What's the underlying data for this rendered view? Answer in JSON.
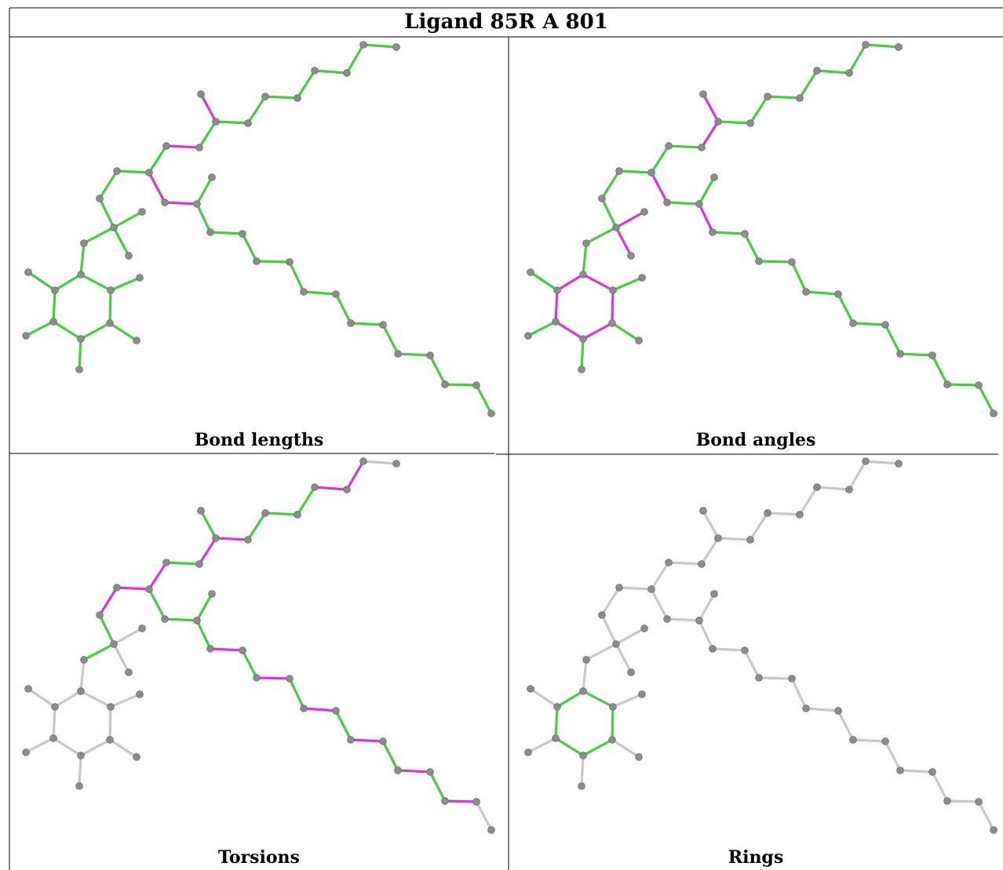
{
  "title": "Ligand 85R A 801",
  "colors": {
    "normal": "#44cc44",
    "outlier": "#dd33dd",
    "inactive": "#c8c8c8",
    "atom": "#8c8c8c",
    "atom_stroke": "#6a6a6a"
  },
  "panels": [
    {
      "caption": "Bond lengths",
      "outliers": [
        [
          9,
          10
        ],
        [
          12,
          13
        ],
        [
          3,
          14
        ],
        [
          14,
          15
        ]
      ],
      "gray": []
    },
    {
      "caption": "Bond angles",
      "outliers": [
        [
          10,
          11
        ],
        [
          12,
          13
        ],
        [
          3,
          14
        ],
        [
          15,
          17
        ],
        [
          23,
          24
        ],
        [
          24,
          25
        ],
        [
          25,
          26
        ],
        [
          26,
          27
        ],
        [
          27,
          28
        ],
        [
          28,
          23
        ],
        [
          22,
          33
        ],
        [
          22,
          34
        ]
      ],
      "gray": []
    },
    {
      "caption": "Torsions",
      "outliers": [
        [
          0,
          1
        ],
        [
          3,
          4
        ],
        [
          2,
          3
        ],
        [
          5,
          6
        ],
        [
          10,
          11
        ],
        [
          12,
          13
        ],
        [
          14,
          15
        ],
        [
          18,
          19
        ],
        [
          19,
          20
        ],
        [
          20,
          21
        ],
        [
          17,
          16
        ],
        [
          13,
          12
        ]
      ],
      "gray_ring": true
    },
    {
      "caption": "Rings",
      "ring_only": true
    }
  ]
}
